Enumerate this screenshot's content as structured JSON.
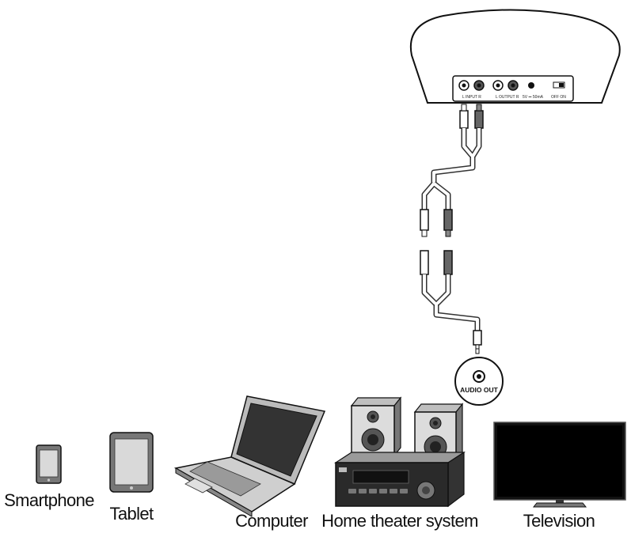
{
  "speaker_panel": {
    "input_label": "L  INPUT  R",
    "output_label": "L  OUTPUT  R",
    "dc_label": "5V ⎓ 50mA",
    "switch_label": "OFF   ON"
  },
  "audio_out": {
    "label": "AUDIO OUT"
  },
  "devices": [
    {
      "label": "Smartphone"
    },
    {
      "label": "Tablet"
    },
    {
      "label": "Computer"
    },
    {
      "label": "Home theater system"
    },
    {
      "label": "Television"
    }
  ]
}
